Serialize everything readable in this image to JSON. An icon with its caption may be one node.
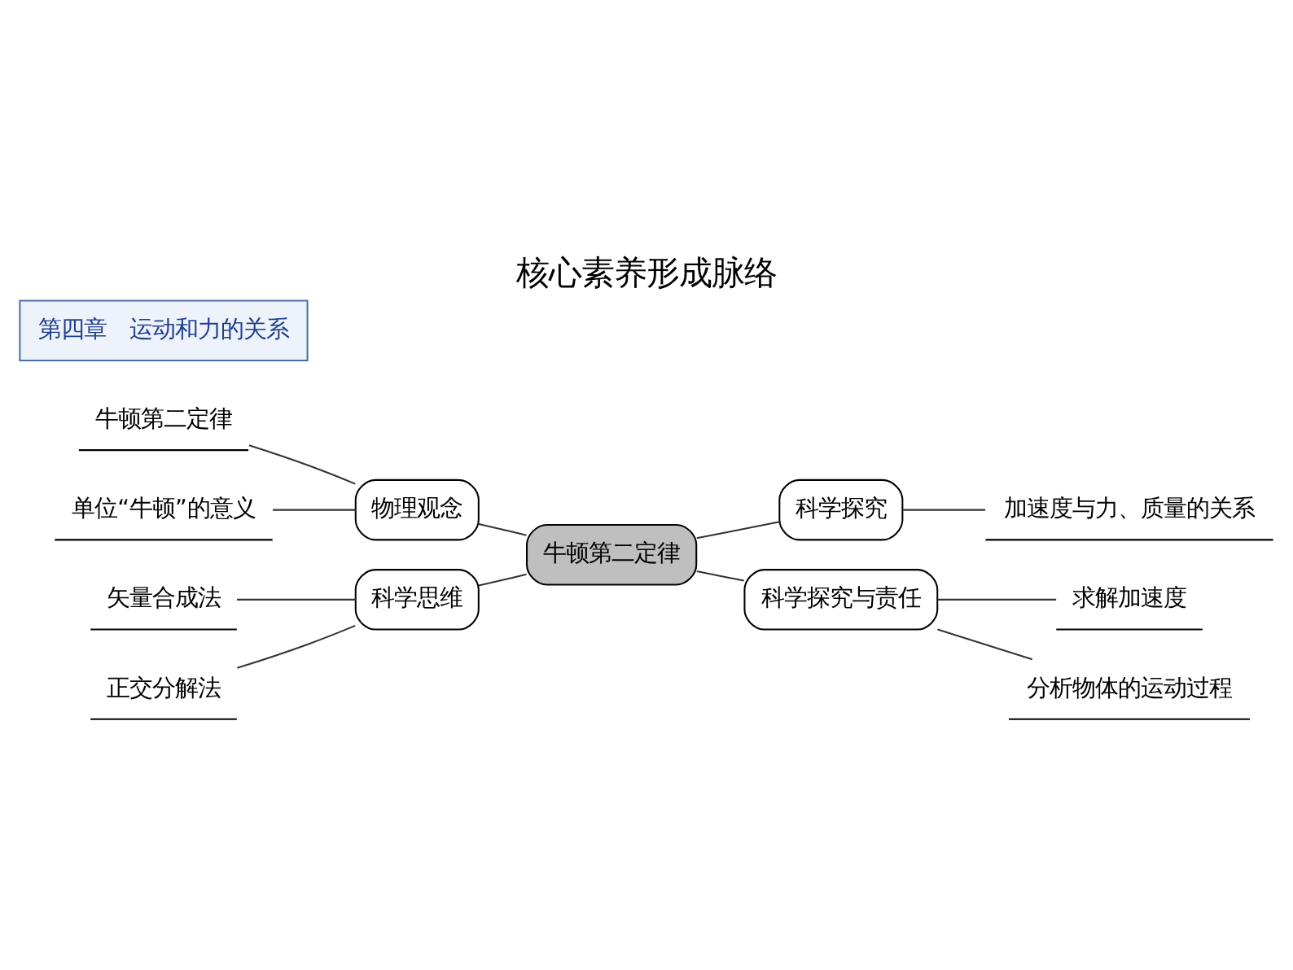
{
  "diagram": {
    "title": "核心素养形成脉络",
    "nodes": [
      {
        "text": [
          "牛顿第二定律"
        ]
      },
      {
        "text": [
          "物理观念"
        ]
      },
      {
        "text": [
          "科学思维"
        ]
      },
      {
        "text": [
          "科学探究"
        ]
      },
      {
        "text": [
          "科学探究与责任"
        ]
      },
      {
        "text": [
          "牛顿第二定律"
        ]
      },
      {
        "text": [
          "单位“牛顿”的意义"
        ]
      },
      {
        "text": [
          "矢量合成法"
        ]
      },
      {
        "text": [
          "正交分解法"
        ]
      },
      {
        "text": [
          "加速度与力、质量的关系"
        ]
      },
      {
        "text": [
          "求解加速度"
        ]
      },
      {
        "text": [
          "分析物体的运动过程"
        ]
      }
    ],
    "edges": [
      {
        "from": 5,
        "to": 1,
        "arrow": "none"
      },
      {
        "from": 6,
        "to": 1,
        "arrow": "none"
      },
      {
        "from": 1,
        "to": 0,
        "arrow": "none"
      },
      {
        "from": 7,
        "to": 2,
        "arrow": "none"
      },
      {
        "from": 8,
        "to": 2,
        "arrow": "none"
      },
      {
        "from": 2,
        "to": 0,
        "arrow": "none"
      },
      {
        "from": 0,
        "to": 3,
        "arrow": "none"
      },
      {
        "from": 3,
        "to": 9,
        "arrow": "none"
      },
      {
        "from": 0,
        "to": 4,
        "arrow": "none"
      },
      {
        "from": 4,
        "to": 10,
        "arrow": "none"
      },
      {
        "from": 4,
        "to": 11,
        "arrow": "none"
      }
    ],
    "labels": [
      "第四章　运动和力的关系"
    ]
  }
}
